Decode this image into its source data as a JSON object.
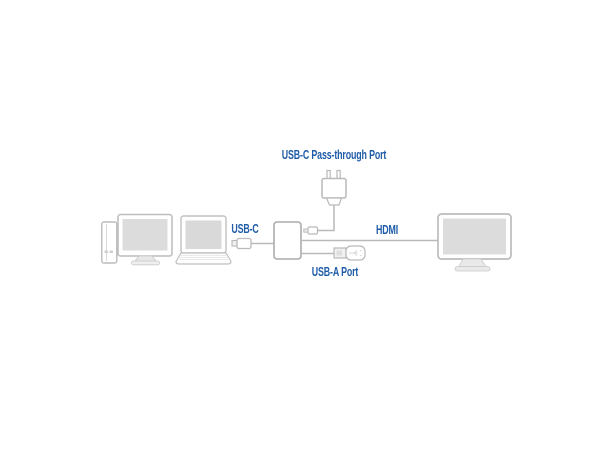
{
  "diagram": {
    "description": "USB-C multiport adapter connection diagram",
    "labels": {
      "passthrough_port": "USB-C Pass-through Port",
      "usb_c": "USB-C",
      "hdmi": "HDMI",
      "usb_a_port": "USB-A Port"
    },
    "devices": [
      {
        "icon": "desktop-computer-icon"
      },
      {
        "icon": "laptop-icon"
      },
      {
        "icon": "usb-c-connector-icon"
      },
      {
        "icon": "usb-c-hub-icon"
      },
      {
        "icon": "power-plug-icon"
      },
      {
        "icon": "usb-flash-drive-icon"
      },
      {
        "icon": "external-monitor-icon"
      }
    ],
    "colors": {
      "background": "#FFFFFF",
      "label_text": "#1E5CA8",
      "device_outline": "#BCBCBC",
      "hub_outline": "#ABABAB",
      "screen_fill": "#DCDCDC",
      "cable": "#B9B9B9"
    }
  }
}
